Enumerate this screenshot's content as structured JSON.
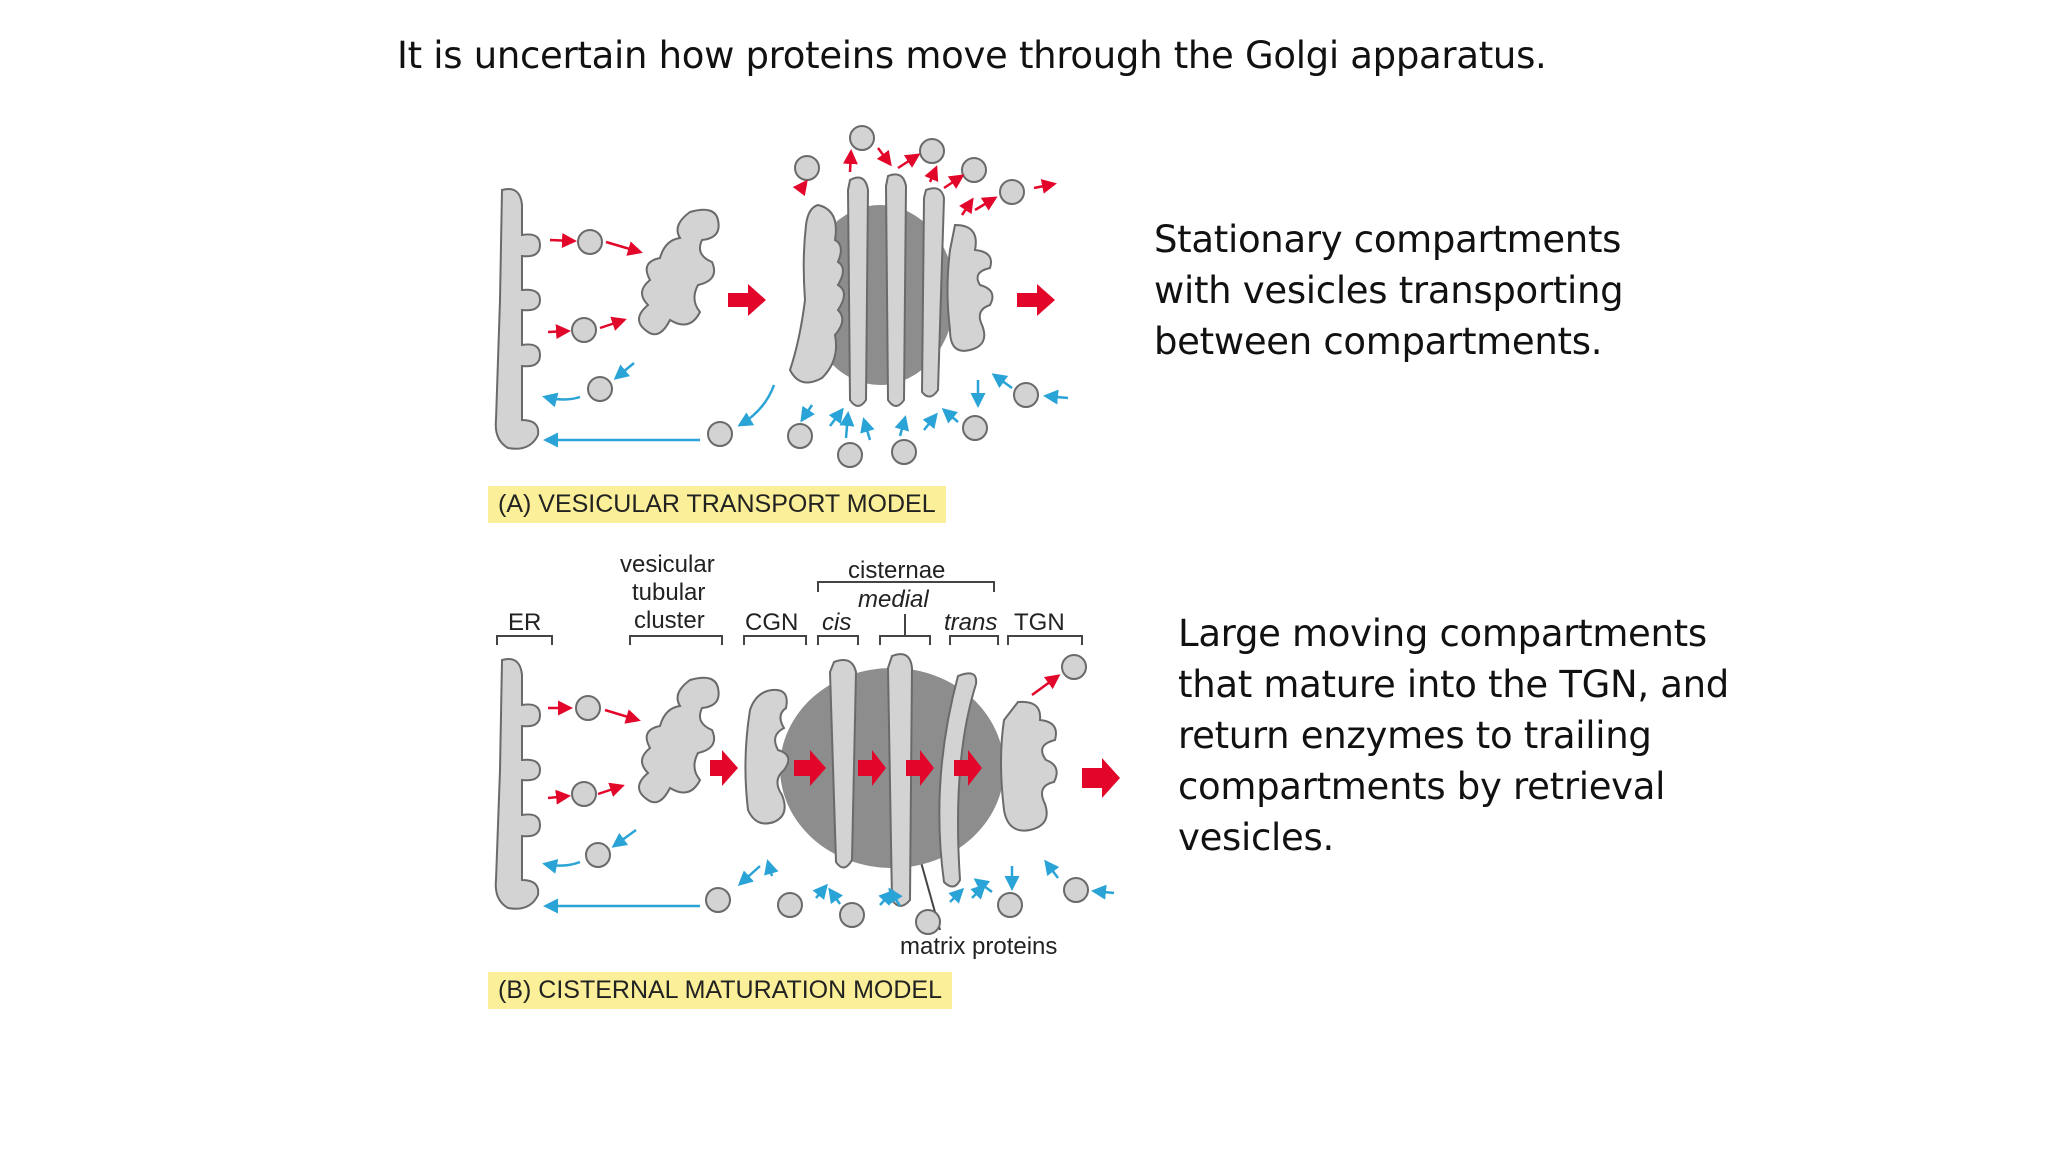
{
  "title": "It is uncertain how proteins move through the Golgi apparatus.",
  "panel_a": {
    "caption": "(A) VESICULAR TRANSPORT MODEL",
    "description": "Stationary compartments with vesicles transporting between compartments."
  },
  "panel_b": {
    "caption": "(B) CISTERNAL MATURATION MODEL",
    "description": "Large moving compartments that mature into the TGN, and return enzymes to trailing compartments by retrieval vesicles.",
    "labels": {
      "er": "ER",
      "vtc_line1": "vesicular",
      "vtc_line2": "tubular",
      "vtc_line3": "cluster",
      "cgn": "CGN",
      "cisternae": "cisternae",
      "cis": "cis",
      "medial": "medial",
      "trans": "trans",
      "tgn": "TGN",
      "matrix": "matrix proteins"
    }
  },
  "colors": {
    "membrane_fill": "#d3d3d3",
    "membrane_stroke": "#6a6a6a",
    "matrix": "#8d8d8d",
    "forward_arrow": "#e2062b",
    "retrograde_arrow": "#2aa3d6",
    "caption_bg": "#fbf099"
  }
}
